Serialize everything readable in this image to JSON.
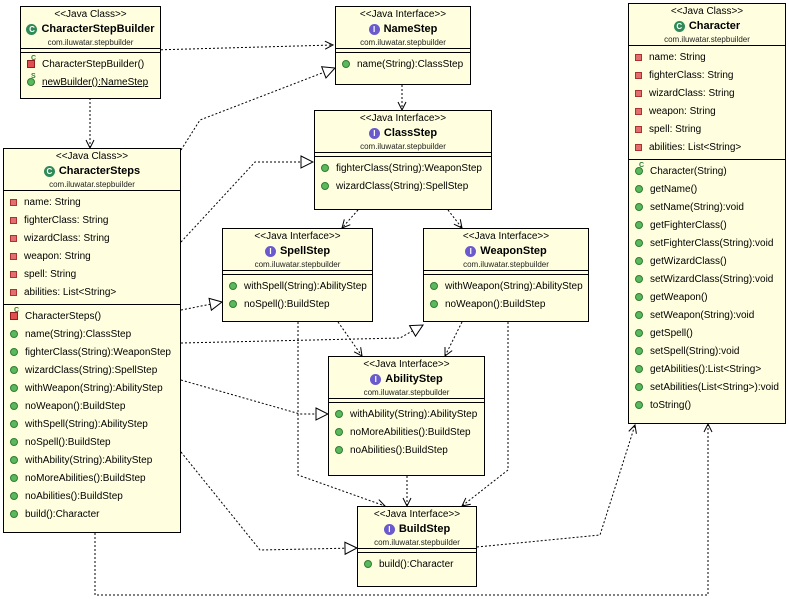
{
  "stereotype_class": "<<Java Class>>",
  "stereotype_interface": "<<Java Interface>>",
  "package": "com.iluwatar.stepbuilder",
  "icon_class": "C",
  "icon_interface": "I",
  "ctor_superscript": "C",
  "static_superscript": "S",
  "builder": {
    "name": "CharacterStepBuilder",
    "methods": [
      "CharacterStepBuilder()",
      "newBuilder():NameStep"
    ]
  },
  "namestep": {
    "name": "NameStep",
    "methods": [
      "name(String):ClassStep"
    ]
  },
  "classstep": {
    "name": "ClassStep",
    "methods": [
      "fighterClass(String):WeaponStep",
      "wizardClass(String):SpellStep"
    ]
  },
  "spellstep": {
    "name": "SpellStep",
    "methods": [
      "withSpell(String):AbilityStep",
      "noSpell():BuildStep"
    ]
  },
  "weaponstep": {
    "name": "WeaponStep",
    "methods": [
      "withWeapon(String):AbilityStep",
      "noWeapon():BuildStep"
    ]
  },
  "abilitystep": {
    "name": "AbilityStep",
    "methods": [
      "withAbility(String):AbilityStep",
      "noMoreAbilities():BuildStep",
      "noAbilities():BuildStep"
    ]
  },
  "buildstep": {
    "name": "BuildStep",
    "methods": [
      "build():Character"
    ]
  },
  "steps": {
    "name": "CharacterSteps",
    "fields": [
      "name: String",
      "fighterClass: String",
      "wizardClass: String",
      "weapon: String",
      "spell: String",
      "abilities: List<String>"
    ],
    "methods": [
      "CharacterSteps()",
      "name(String):ClassStep",
      "fighterClass(String):WeaponStep",
      "wizardClass(String):SpellStep",
      "withWeapon(String):AbilityStep",
      "noWeapon():BuildStep",
      "withSpell(String):AbilityStep",
      "noSpell():BuildStep",
      "withAbility(String):AbilityStep",
      "noMoreAbilities():BuildStep",
      "noAbilities():BuildStep",
      "build():Character"
    ]
  },
  "character": {
    "name": "Character",
    "fields": [
      "name: String",
      "fighterClass: String",
      "wizardClass: String",
      "weapon: String",
      "spell: String",
      "abilities: List<String>"
    ],
    "methods": [
      "Character(String)",
      "getName()",
      "setName(String):void",
      "getFighterClass()",
      "setFighterClass(String):void",
      "getWizardClass()",
      "setWizardClass(String):void",
      "getWeapon()",
      "setWeapon(String):void",
      "getSpell()",
      "setSpell(String):void",
      "getAbilities():List<String>",
      "setAbilities(List<String>):void",
      "toString()"
    ]
  }
}
